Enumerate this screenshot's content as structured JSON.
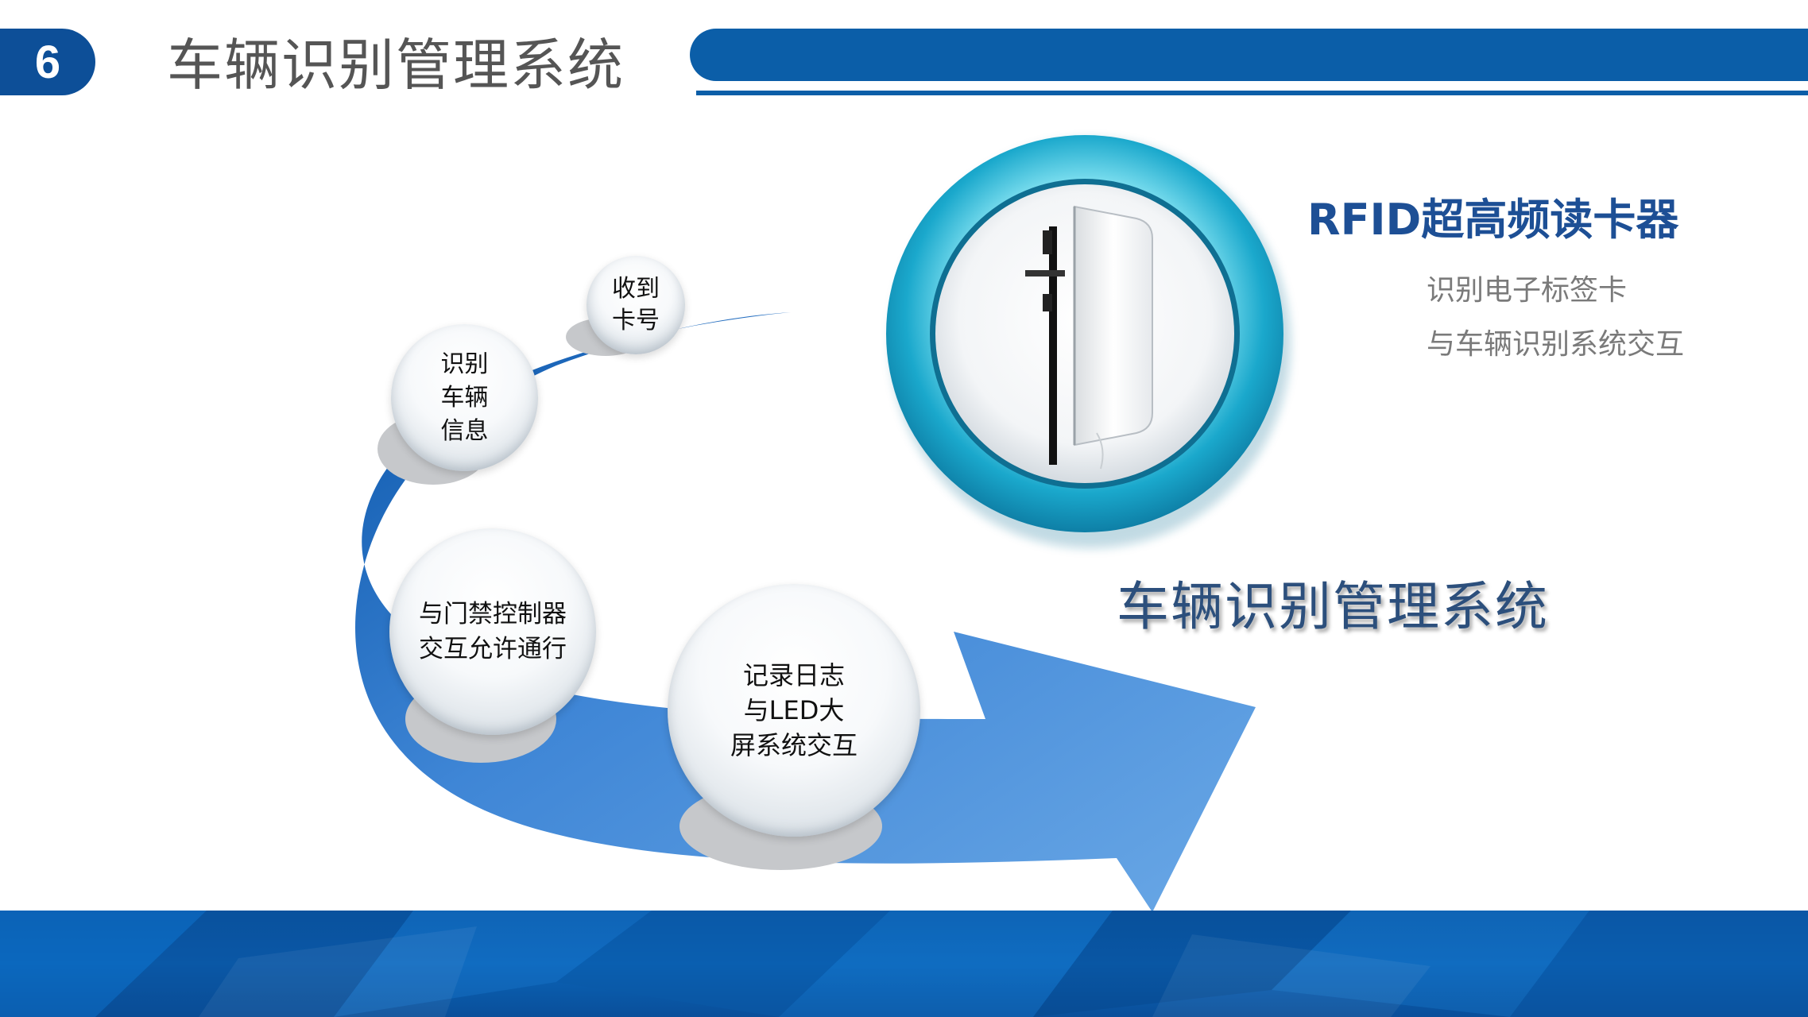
{
  "header": {
    "number": "6",
    "title": "车辆识别管理系统"
  },
  "diagram": {
    "steps": [
      {
        "id": "receive-card",
        "label": "收到\n卡号"
      },
      {
        "id": "identify-vehicle",
        "label": "识别\n车辆\n信息"
      },
      {
        "id": "gate-control",
        "label": "与门禁控制器\n交互允许通行"
      },
      {
        "id": "log-led",
        "label": "记录日志\n与LED大\n屏系统交互"
      }
    ]
  },
  "reader": {
    "title": "RFID超高频读卡器",
    "lines": [
      "识别电子标签卡",
      "与车辆识别系统交互"
    ]
  },
  "system_title": "车辆识别管理系统",
  "colors": {
    "brand_blue": "#0b5ea8",
    "arrow_light": "#5b9ee0",
    "arrow_dark": "#0d5cb0",
    "ring_cyan": "#19a7c8",
    "title_navy": "#1d4f95"
  }
}
